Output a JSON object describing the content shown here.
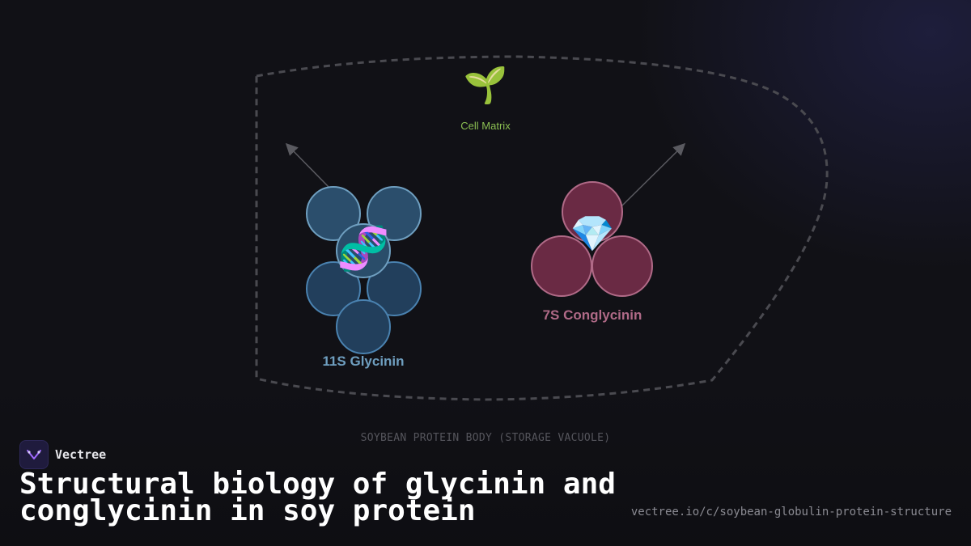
{
  "diagram": {
    "cell_matrix": {
      "icon": "seedling-icon",
      "glyph": "🌱",
      "label": "Cell Matrix"
    },
    "glycinin": {
      "icon": "dna-icon",
      "glyph": "🧬",
      "label": "11S Glycinin",
      "color": "#6f9fc0",
      "fill": "#2a4d6a"
    },
    "conglycinin": {
      "icon": "gem-icon",
      "glyph": "💎",
      "label": "7S Conglycinin",
      "color": "#b06a87",
      "fill": "#6a2a44"
    },
    "compartment_caption": "SOYBEAN PROTEIN BODY (STORAGE VACUOLE)"
  },
  "brand": {
    "name": "Vectree",
    "accent": "#8b5cf6"
  },
  "headline": "Structural biology of glycinin and conglycinin in soy protein",
  "url": "vectree.io/c/soybean-globulin-protein-structure"
}
